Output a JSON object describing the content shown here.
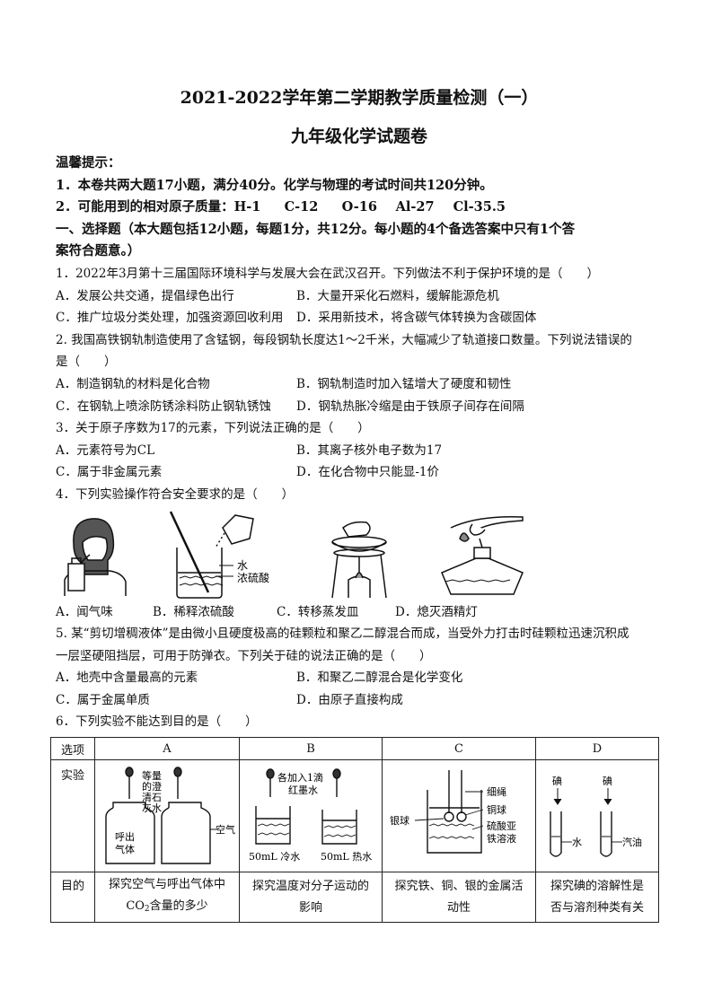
{
  "header": {
    "title": "2021-2022学年第二学期教学质量检测（一）",
    "subtitle": "九年级化学试题卷"
  },
  "tips": {
    "heading": "温馨提示：",
    "t1": "1．本卷共两大题17小题，满分40分。化学与物理的考试时间共120分钟。",
    "t2_label": "2．可能用到的相对原子质量：",
    "masses": [
      "H-1",
      "C-12",
      "O-16",
      "Al-27",
      "Cl-35.5"
    ]
  },
  "section1": {
    "line1": "一、选择题（本大题包括12小题，每题1分，共12分。每小题的4个备选答案中只有1个答",
    "line2": "案符合题意。）"
  },
  "q1": {
    "stem": "1．2022年3月第十三届国际环境科学与发展大会在武汉召开。下列做法不利于保护环境的是（　　）",
    "A": "A．发展公共交通，提倡绿色出行",
    "B": "B．大量开采化石燃料，缓解能源危机",
    "C": "C．推广垃圾分类处理，加强资源回收利用",
    "D": "D．采用新技术，将含碳气体转换为含碳固体"
  },
  "q2": {
    "stem1": "2. 我国高铁钢轨制造使用了含锰钢，每段钢轨长度达1～2千米，大幅减少了轨道接口数量。下列说法错误的",
    "stem2": "是（　　）",
    "A": "A．制造钢轨的材料是化合物",
    "B": "B．钢轨制造时加入锰增大了硬度和韧性",
    "C": "C．在钢轨上喷涂防锈涂料防止钢轨锈蚀",
    "D": "D．钢轨热胀冷缩是由于铁原子间存在间隔"
  },
  "q3": {
    "stem": "3．关于原子序数为17的元素，下列说法正确的是（　　）",
    "A": "A．元素符号为CL",
    "B": "B．其离子核外电子数为17",
    "C": "C．属于非金属元素",
    "D": "D．在化合物中只能显-1价"
  },
  "q4": {
    "stem": "4．下列实验操作符合安全要求的是（　　）",
    "water_label": "水",
    "acid_label": "浓硫酸",
    "A": "A．闻气味",
    "B": "B．稀释浓硫酸",
    "C": "C．转移蒸发皿",
    "D": "D．熄灭酒精灯"
  },
  "q5": {
    "stem1": "5. 某“剪切增稠液体”是由微小且硬度极高的硅颗粒和聚乙二醇混合而成，当受外力打击时硅颗粒迅速沉积成",
    "stem2": "一层坚硬阻挡层，可用于防弹衣。下列关于硅的说法正确的是（　　）",
    "A": "A．地壳中含量最高的元素",
    "B": "B．和聚乙二醇混合是化学变化",
    "C": "C．属于金属单质",
    "D": "D．由原子直接构成"
  },
  "q6": {
    "stem": "6．下列实验不能达到目的是（　　）",
    "col_option": "选项",
    "col_A": "A",
    "col_B": "B",
    "col_C": "C",
    "col_D": "D",
    "row_exp": "实验",
    "row_goal": "目的",
    "A_labels": {
      "l1": "等量",
      "l2": "的澄",
      "l3": "清石",
      "l4": "灰水",
      "breath1": "呼出",
      "breath2": "气体",
      "air": "空气"
    },
    "B_labels": {
      "top1": "各加入1滴",
      "top2": "红墨水",
      "cold": "50mL 冷水",
      "hot": "50mL 热水"
    },
    "C_labels": {
      "wire": "细绳",
      "cu": "铜球",
      "ag": "银球",
      "sol1": "硫酸亚",
      "sol2": "铁溶液"
    },
    "D_labels": {
      "iodine1": "碘",
      "iodine2": "碘",
      "water": "水",
      "gasoline": "汽油"
    },
    "goal_A_1": "探究空气与呼出气体中",
    "goal_A_2a": "CO",
    "goal_A_2sub": "2",
    "goal_A_2b": "含量的多少",
    "goal_B_1": "探究温度对分子运动的",
    "goal_B_2": "影响",
    "goal_C_1": "探究铁、铜、银的金属活",
    "goal_C_2": "动性",
    "goal_D_1": "探究碘的溶解性是",
    "goal_D_2": "否与溶剂种类有关"
  }
}
